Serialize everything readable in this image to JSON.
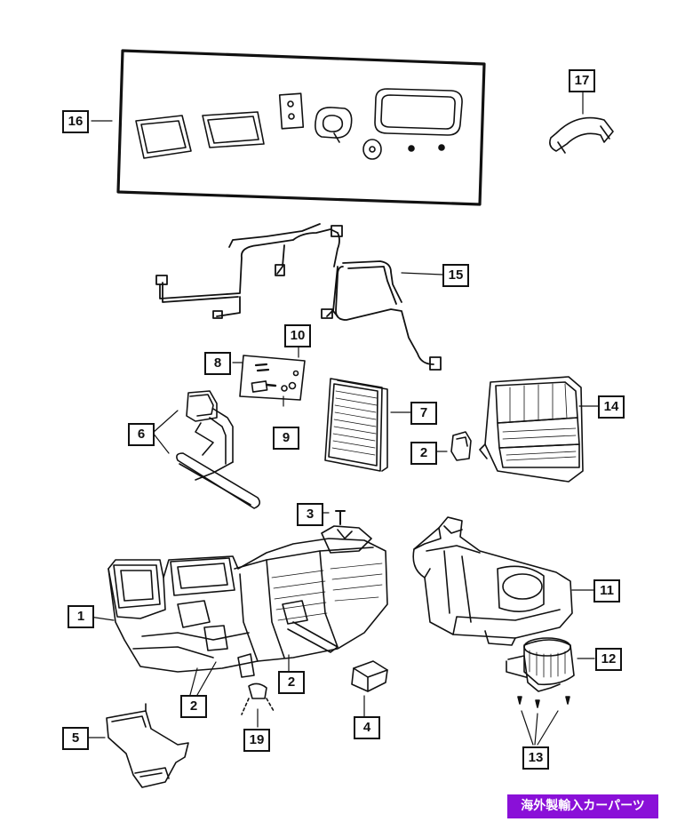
{
  "callouts": {
    "c1": "1",
    "c2a": "2",
    "c2b": "2",
    "c2c": "2",
    "c3": "3",
    "c4": "4",
    "c5": "5",
    "c6": "6",
    "c7": "7",
    "c8": "8",
    "c9": "9",
    "c10": "10",
    "c11": "11",
    "c12": "12",
    "c13": "13",
    "c14": "14",
    "c15": "15",
    "c16": "16",
    "c17": "17",
    "c19": "19"
  },
  "watermark": "海外製輸入カーパーツ",
  "colors": {
    "line": "#111111",
    "watermark_bg": "#8a10d8"
  }
}
